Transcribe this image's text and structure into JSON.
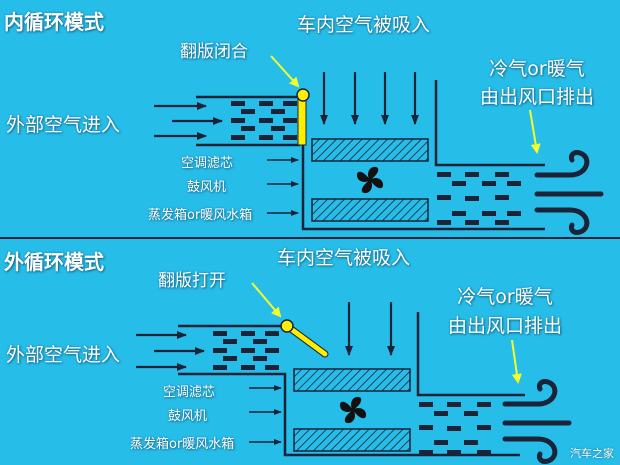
{
  "colors": {
    "background": "#27bde9",
    "line": "#1a2338",
    "flap": "#ffee00",
    "pointer": "#f4ff2a",
    "text": "#ffffff"
  },
  "top_panel": {
    "title": "内循环模式",
    "flap_label": "翻版闭合",
    "flap_state": "closed",
    "outside_air": "外部空气进入",
    "cabin_air": "车内空气被吸入",
    "outlet_line1": "冷气or暖气",
    "outlet_line2": "由出风口排出",
    "components": [
      "空调滤芯",
      "鼓风机",
      "蒸发箱or暖风水箱"
    ]
  },
  "bottom_panel": {
    "title": "外循环模式",
    "flap_label": "翻版打开",
    "flap_state": "open",
    "outside_air": "外部空气进入",
    "cabin_air": "车内空气被吸入",
    "outlet_line1": "冷气or暖气",
    "outlet_line2": "由出风口排出",
    "components": [
      "空调滤芯",
      "鼓风机",
      "蒸发箱or暖风水箱"
    ]
  },
  "icons": {
    "fan": "fan-icon",
    "wind": "wind-icon",
    "arrow": "arrow-icon",
    "filter": "hatched-filter-icon"
  },
  "watermark": "汽车之家"
}
